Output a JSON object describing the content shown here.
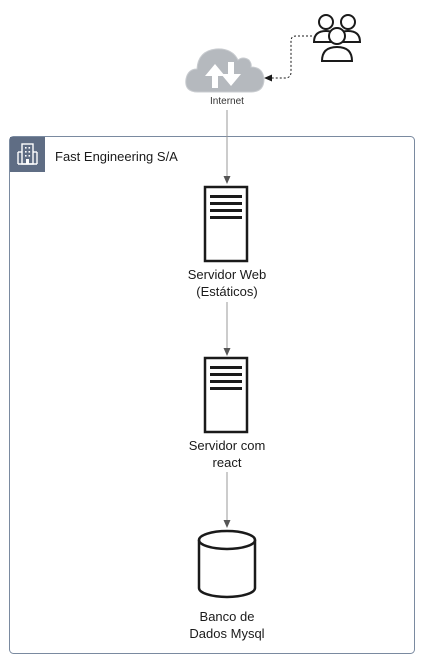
{
  "diagram": {
    "users_icon": "users-group-icon",
    "internet": {
      "label": "Internet",
      "icon": "cloud-upload-download-icon"
    },
    "company": {
      "label": "Fast Engineering S/A",
      "icon": "office-building-icon"
    },
    "nodes": [
      {
        "line1": "Servidor Web",
        "line2": "(Estáticos)",
        "icon": "server-icon"
      },
      {
        "line1": "Servidor com",
        "line2": "react",
        "icon": "server-icon"
      },
      {
        "line1": "Banco de",
        "line2": "Dados Mysql",
        "icon": "database-icon"
      }
    ],
    "colors": {
      "stroke": "#1a1a1a",
      "connector": "#999999",
      "group_border": "#7a8aa0",
      "group_icon_bg": "#5f6d84",
      "cloud": "#b5b9be"
    }
  }
}
